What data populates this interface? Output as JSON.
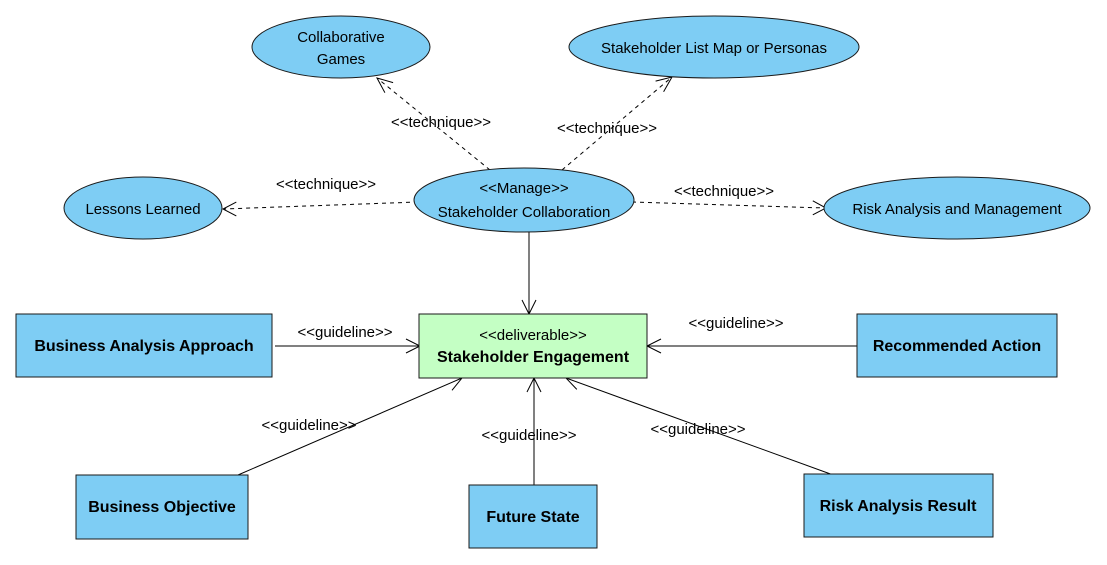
{
  "center": {
    "stereotype": "<<Manage>>",
    "name": "Stakeholder Collaboration"
  },
  "deliverable": {
    "stereotype": "<<deliverable>>",
    "name": "Stakeholder Engagement"
  },
  "techniques": {
    "collaborative_games": {
      "line1": "Collaborative",
      "line2": "Games"
    },
    "stakeholder_list": {
      "name": "Stakeholder List Map or Personas"
    },
    "lessons_learned": {
      "name": "Lessons Learned"
    },
    "risk_analysis": {
      "name": "Risk Analysis and Management"
    }
  },
  "inputs": {
    "business_analysis_approach": "Business Analysis Approach",
    "recommended_action": "Recommended Action",
    "business_objective": "Business Objective",
    "future_state": "Future State",
    "risk_analysis_result": "Risk Analysis Result"
  },
  "edge_labels": {
    "technique_games": "<<technique>>",
    "technique_list": "<<technique>>",
    "technique_lessons": "<<technique>>",
    "technique_risk": "<<technique>>",
    "guideline_approach": "<<guideline>>",
    "guideline_recommended": "<<guideline>>",
    "guideline_objective": "<<guideline>>",
    "guideline_future": "<<guideline>>",
    "guideline_risk": "<<guideline>>"
  },
  "colors": {
    "node_blue": "#7ecdf4",
    "deliverable_green": "#c4ffc4"
  }
}
